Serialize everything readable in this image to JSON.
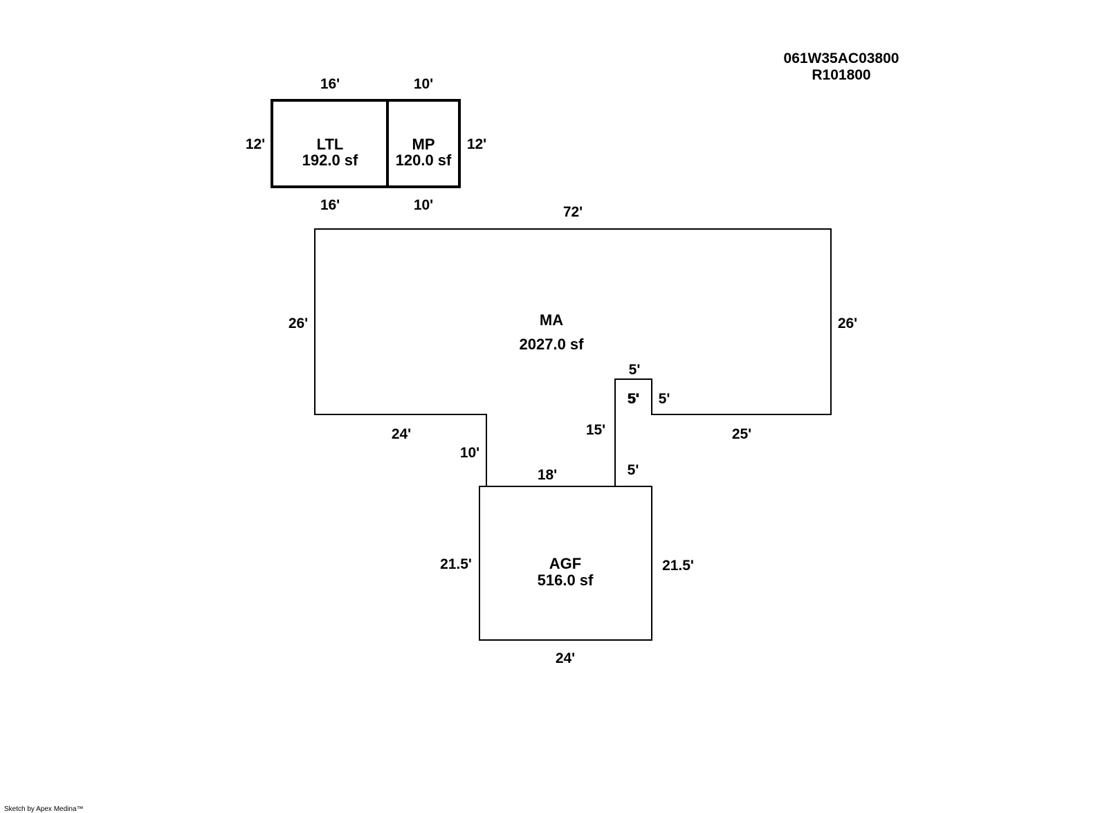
{
  "parcel": {
    "map_number": "061W35AC03800",
    "account": "R101800"
  },
  "areas": {
    "ltl": {
      "code": "LTL",
      "area": "192.0 sf"
    },
    "mp": {
      "code": "MP",
      "area": "120.0 sf"
    },
    "ma": {
      "code": "MA",
      "area": "2027.0 sf"
    },
    "agf": {
      "code": "AGF",
      "area": "516.0 sf"
    }
  },
  "dimensions": {
    "ltl_top": "16'",
    "ltl_bottom": "16'",
    "ltl_left": "12'",
    "mp_top": "10'",
    "mp_bottom": "10'",
    "mp_right": "12'",
    "ma_top": "72'",
    "ma_left": "26'",
    "ma_right": "26'",
    "ma_bottom_left": "24'",
    "ma_bottom_right": "25'",
    "ma_step_left": "10'",
    "ma_step_right": "15'",
    "ma_notch_top": "5'",
    "ma_notch_inner_a": "5'",
    "ma_notch_inner_b": "5'",
    "ma_notch_right": "5'",
    "agf_top": "18'",
    "agf_top_right": "5'",
    "agf_left": "21.5'",
    "agf_right": "21.5'",
    "agf_bottom": "24'"
  },
  "footer": {
    "credit": "Sketch by Apex Medina™"
  },
  "colors": {
    "line": "#000000",
    "background": "#ffffff"
  }
}
